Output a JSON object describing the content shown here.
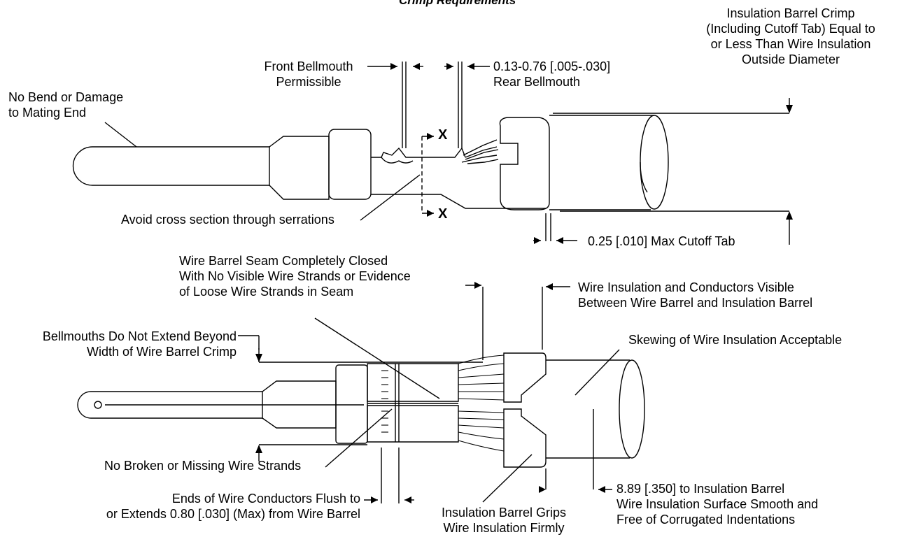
{
  "title": "Crimp Requirements",
  "labels": {
    "no_bend": [
      "No Bend or Damage",
      "to Mating End"
    ],
    "front_bellmouth": [
      "Front Bellmouth",
      "Permissible"
    ],
    "rear_bellmouth": [
      "0.13-0.76 [.005-.030]",
      "Rear Bellmouth"
    ],
    "insulation_crimp": [
      "Insulation Barrel Crimp",
      "(Including Cutoff Tab) Equal to",
      "or Less Than Wire Insulation",
      "Outside Diameter"
    ],
    "avoid_cross_section": "Avoid cross section through serrations",
    "cutoff_tab": "0.25 [.010] Max Cutoff Tab",
    "seam_closed": [
      "Wire Barrel Seam Completely Closed",
      "With No Visible Wire Strands or Evidence",
      "of Loose Wire Strands in Seam"
    ],
    "insulation_visible": [
      "Wire Insulation and Conductors Visible",
      "Between Wire Barrel and Insulation Barrel"
    ],
    "bellmouths_extend": [
      "Bellmouths Do Not Extend Beyond",
      "Width of Wire Barrel Crimp"
    ],
    "skewing": "Skewing of Wire Insulation Acceptable",
    "no_broken": "No Broken or Missing Wire Strands",
    "ends_flush": [
      "Ends of Wire Conductors Flush to",
      "or Extends 0.80 [.030] (Max) from Wire Barrel"
    ],
    "grips_firmly": [
      "Insulation Barrel Grips",
      "Wire Insulation Firmly"
    ],
    "insulation_distance": [
      "8.89 [.350] to Insulation Barrel",
      "Wire Insulation Surface Smooth and",
      "Free of Corrugated Indentations"
    ]
  },
  "section_marks": [
    "X",
    "X"
  ],
  "colors": {
    "line": "#000000",
    "background": "#ffffff"
  }
}
